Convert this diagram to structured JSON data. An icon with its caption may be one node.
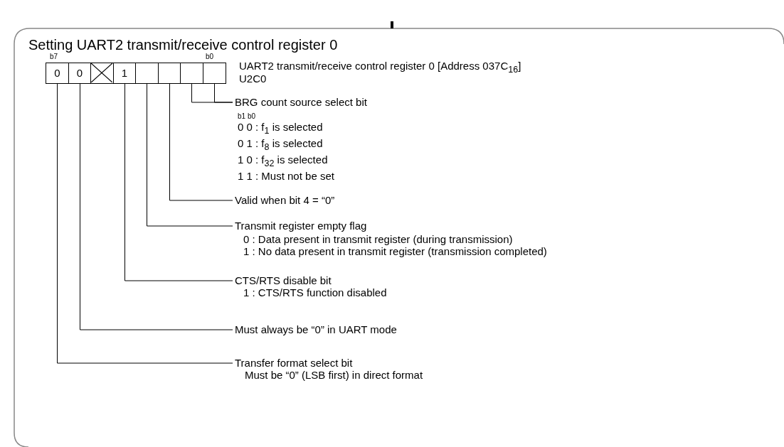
{
  "diagram": {
    "title": "Setting UART2 transmit/receive control register 0",
    "nodes": [
      {
        "text": [
          "0"
        ]
      },
      {
        "text": [
          "0"
        ]
      },
      {
        "text": [],
        "shape": "box"
      },
      {
        "text": [
          "1"
        ]
      },
      {
        "text": [],
        "shape": "box"
      },
      {
        "text": [],
        "shape": "box"
      },
      {
        "text": [],
        "shape": "box"
      },
      {
        "text": [],
        "shape": "box"
      },
      {
        "text": [
          "BRG count source select bit",
          "b1 b0",
          "0 0 : f$_{1}$ is selected",
          "0 1 : f$_{8}$ is selected",
          "1 0 : f$_{32}$ is selected",
          "1 1 : Must not be set"
        ]
      },
      {
        "text": [
          "Valid when bit 4 = “0”"
        ]
      },
      {
        "text": [
          "Transmit register empty flag",
          "0 : Data present in transmit register (during transmission)",
          "1 : No data present in transmit register (transmission completed)"
        ]
      },
      {
        "text": [
          "CTS/RTS disable bit",
          "1 : CTS/RTS function disabled"
        ]
      },
      {
        "text": [
          "Must always be “0” in UART mode"
        ]
      },
      {
        "text": [
          "Transfer format select bit",
          "Must be “0” (LSB first) in direct format"
        ]
      }
    ],
    "edges": [
      {
        "from": 7,
        "to": 8,
        "arrow": "none"
      },
      {
        "from": 6,
        "to": 8,
        "arrow": "none"
      },
      {
        "from": 5,
        "to": 9,
        "arrow": "none"
      },
      {
        "from": 4,
        "to": 10,
        "arrow": "none"
      },
      {
        "from": 3,
        "to": 11,
        "arrow": "none"
      },
      {
        "from": 1,
        "to": 12,
        "arrow": "none"
      },
      {
        "from": 0,
        "to": 13,
        "arrow": "none"
      }
    ],
    "labels": [
      "b7",
      "b0",
      "UART2 transmit/receive control register 0 [Address 037C$_{16}$]",
      "U2C0"
    ]
  }
}
